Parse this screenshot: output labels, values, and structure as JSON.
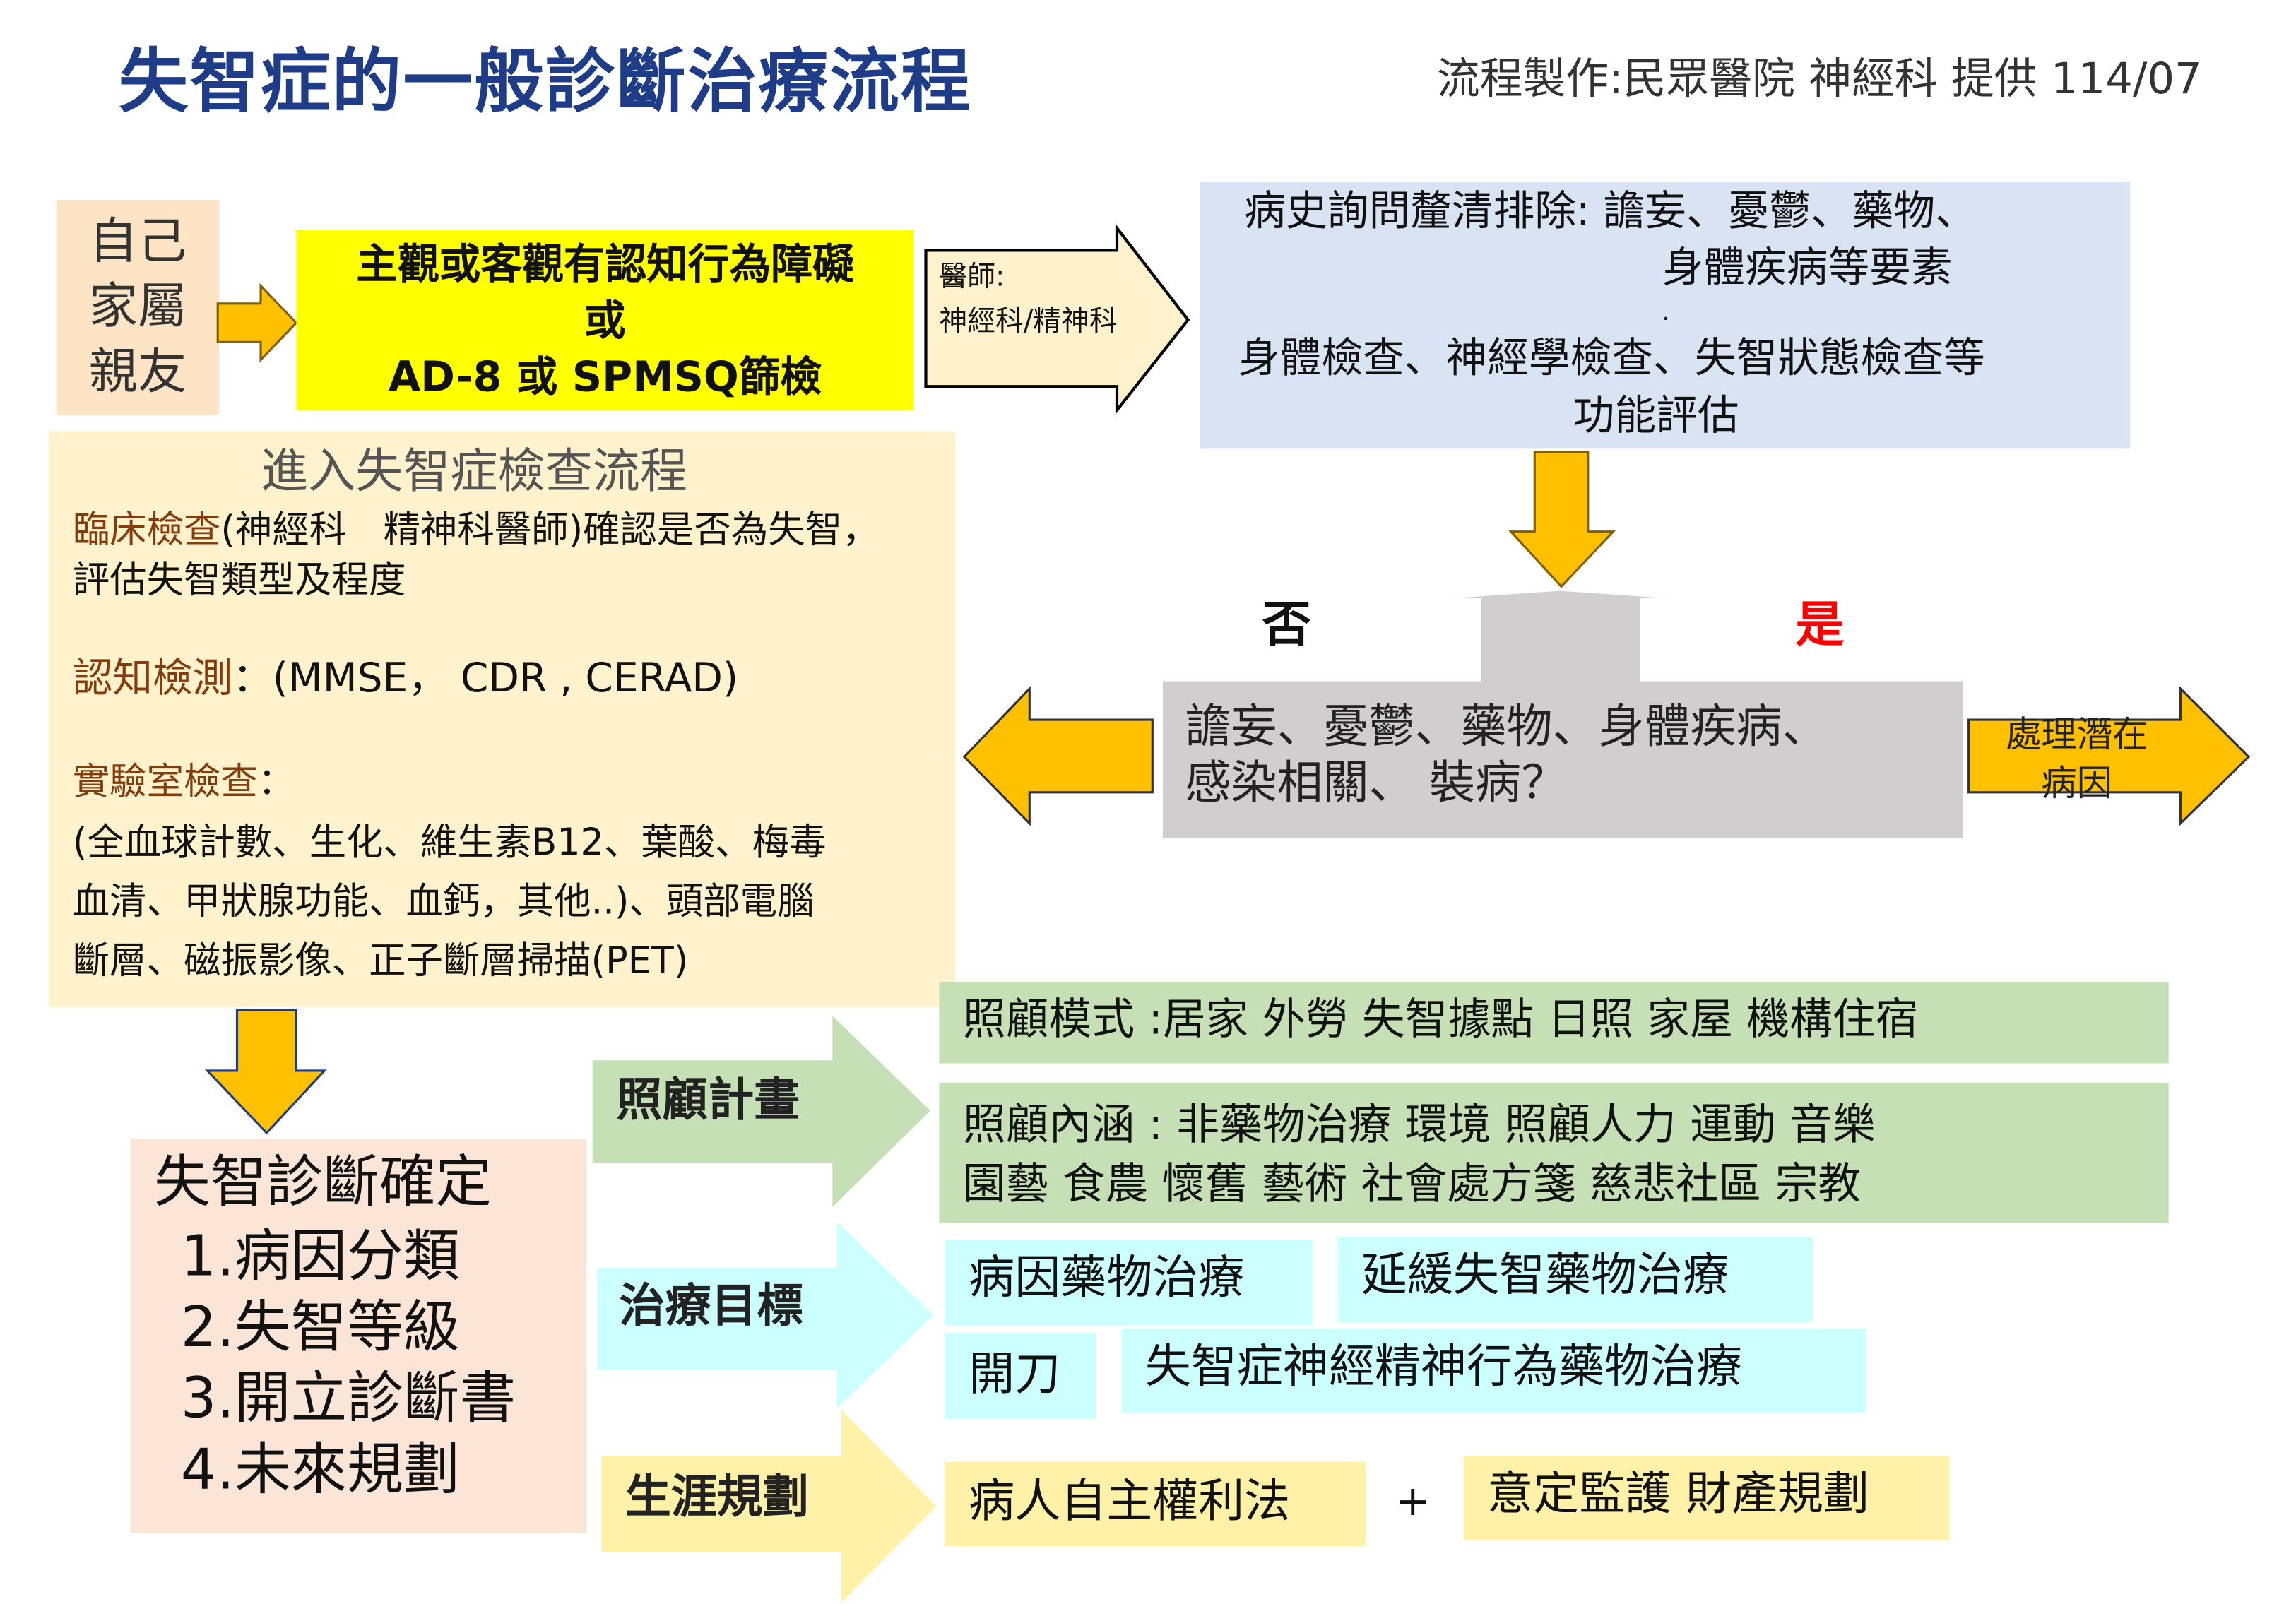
{
  "header": {
    "title": "失智症的一般診斷治療流程",
    "credit": "流程製作:民眾醫院 神經科 提供 114/07"
  },
  "colors": {
    "title": "#1F3C88",
    "orange_arrow": "#FFC000",
    "yellow": "#FFFF00",
    "blue_box": "#DAE3F3",
    "peach": "#FFF2CC",
    "brown_label": "#843C0C",
    "red": "#FF0000",
    "green": "#C5E0B4",
    "cyan": "#CCFFFF",
    "light_yellow": "#FFF2A8",
    "gray": "#D0CECE",
    "diag_box": "#FBE5D6"
  },
  "start": {
    "who": [
      "自己",
      "家屬",
      "親友"
    ],
    "symptom": [
      "主觀或客觀有認知行為障礙",
      "或",
      "AD-8 或 SPMSQ篩檢"
    ],
    "referral": [
      "醫師:",
      "神經科/精神科"
    ]
  },
  "history": {
    "line1": "病史詢問釐清排除: 譫妄、憂鬱、藥物、",
    "line2": "身體疾病等要素",
    "dot": ".",
    "line3": "身體檢查、神經學檢查、失智狀態檢查等",
    "line4": "功能評估"
  },
  "decision": {
    "no": "否",
    "yes": "是",
    "question": [
      "譫妄、憂鬱、藥物、身體疾病、",
      "感染相關、 裝病？"
    ],
    "treat": [
      "處理潛在",
      "病因"
    ]
  },
  "exam": {
    "title": "進入失智症檢查流程",
    "clinical_label": "臨床檢查",
    "clinical_text": "(神經科　精神科醫師)確認是否為失智，",
    "clinical_text2": "評估失智類型及程度",
    "cognitive_label": "認知檢測",
    "cognitive_text": "：(MMSE，  CDR , CERAD)",
    "lab_label": "實驗室檢查",
    "lab_colon": "：",
    "lab_lines": [
      "(全血球計數、生化、維生素B12、葉酸、梅毒",
      "血清、甲狀腺功能、血鈣，其他..)、頭部電腦",
      "斷層、磁振影像、正子斷層掃描(PET)"
    ]
  },
  "diagnosis": {
    "title": "失智診斷確定",
    "items": [
      "1.病因分類",
      "2.失智等級",
      "3.開立診斷書",
      "4.未來規劃"
    ]
  },
  "care": {
    "label": "照顧計畫",
    "mode": "照顧模式 :居家 外勞 失智據點  日照  家屋 機構住宿",
    "content1": "照顧內涵 : 非藥物治療  環境  照顧人力  運動 音樂",
    "content2": "園藝  食農  懷舊   藝術  社會處方箋  慈悲社區  宗教"
  },
  "treatment": {
    "label": "治療目標",
    "items": [
      "病因藥物治療",
      "延緩失智藥物治療",
      "開刀",
      "失智症神經精神行為藥物治療"
    ]
  },
  "life": {
    "label": "生涯規劃",
    "law": "病人自主權利法",
    "plus": "+",
    "guardian": "意定監護 財產規劃"
  }
}
